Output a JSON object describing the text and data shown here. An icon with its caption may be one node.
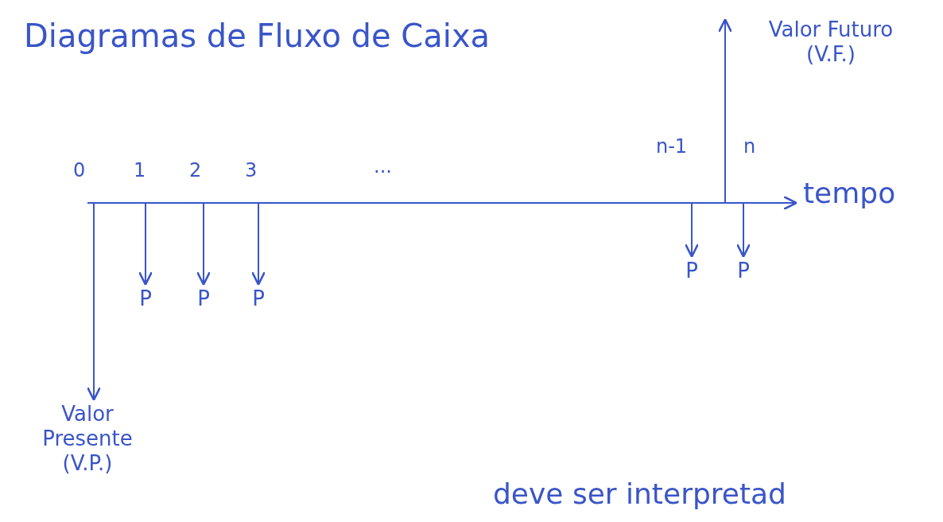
{
  "diagram": {
    "title": "Diagramas de Fluxo de Caixa",
    "nodes": [
      {
        "text": [
          "Valor Futuro (V.F.)"
        ]
      },
      {
        "text": [
          "P"
        ]
      },
      {
        "text": [
          "P"
        ]
      },
      {
        "text": [
          "P"
        ]
      },
      {
        "text": [
          "P"
        ]
      },
      {
        "text": [
          "P"
        ]
      },
      {
        "text": [
          "Valor Presente (V.P.)"
        ]
      }
    ],
    "edges": [
      {
        "from": null,
        "to": 0,
        "arrow": "to"
      },
      {
        "from": null,
        "to": 1,
        "arrow": "to"
      },
      {
        "from": null,
        "to": 2,
        "arrow": "to"
      },
      {
        "from": null,
        "to": 3,
        "arrow": "to"
      },
      {
        "from": null,
        "to": 4,
        "arrow": "to"
      },
      {
        "from": null,
        "to": 5,
        "arrow": "to"
      },
      {
        "from": null,
        "to": 6,
        "arrow": "to"
      }
    ],
    "labels": [
      "0",
      "1",
      "2",
      "3",
      "...",
      "n-1",
      "n",
      "tempo",
      "deve ser interpretad"
    ]
  }
}
